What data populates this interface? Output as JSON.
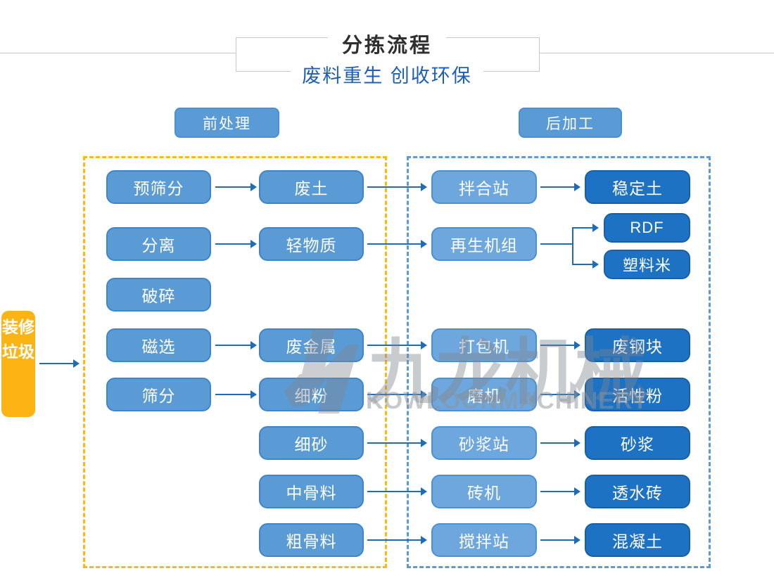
{
  "header": {
    "title": "分拣流程",
    "subtitle": "废料重生 创收环保"
  },
  "sections": {
    "pre_label": "前处理",
    "post_label": "后加工"
  },
  "source": {
    "label": "装修垃圾"
  },
  "watermark": {
    "logo": "kowloon-machinery-logo",
    "cn": "九龙机械",
    "en": "KOWLOONMACHINERY"
  },
  "nodes": {
    "pre_screening": "预筛分",
    "separation": "分离",
    "crushing": "破碎",
    "magnetic_separation": "磁选",
    "screening": "筛分",
    "waste_soil": "废土",
    "light_material": "轻物质",
    "waste_metal": "废金属",
    "fine_powder": "细粉",
    "fine_sand": "细砂",
    "medium_aggregate": "中骨料",
    "coarse_aggregate": "粗骨料",
    "mixing_station": "拌合站",
    "regeneration_unit": "再生机组",
    "baler": "打包机",
    "mill": "磨机",
    "mortar_station": "砂浆站",
    "brick_machine": "砖机",
    "concrete_mixing_station": "搅拌站",
    "stabilized_soil": "稳定土",
    "rdf": "RDF",
    "plastic_pellets": "塑料米",
    "scrap_steel_block": "废钢块",
    "active_powder": "活性粉",
    "mortar": "砂浆",
    "permeable_brick": "透水砖",
    "concrete": "混凝土"
  },
  "edges": [
    "装修垃圾→前处理区",
    "预筛分→废土",
    "废土→拌合站",
    "拌合站→稳定土",
    "分离→轻物质",
    "轻物质→再生机组",
    "再生机组→RDF",
    "再生机组→塑料米",
    "磁选→废金属",
    "废金属→打包机",
    "打包机→废钢块",
    "筛分→细粉",
    "细粉→磨机",
    "磨机→活性粉",
    "细砂→砂浆站",
    "砂浆站→砂浆",
    "中骨料→砖机",
    "砖机→透水砖",
    "粗骨料→搅拌站",
    "搅拌站→混凝土"
  ],
  "colors": {
    "process_blue": "#5b9bd5",
    "process_border": "#3e86cb",
    "post_blue": "#6ea7de",
    "post_border": "#4a90d4",
    "output_blue": "#1e72c4",
    "output_border": "#1660a8",
    "arrow_blue": "#1e6bb8",
    "accent_yellow": "#fbb414",
    "dashed_yellow": "#ffb712",
    "dashed_blue": "#5c9bd6",
    "subtitle_blue": "#1d5fb8",
    "title_black": "#2f2f2f",
    "frame_gray": "#c3c8d2",
    "watermark_gray": "#8b9196"
  }
}
